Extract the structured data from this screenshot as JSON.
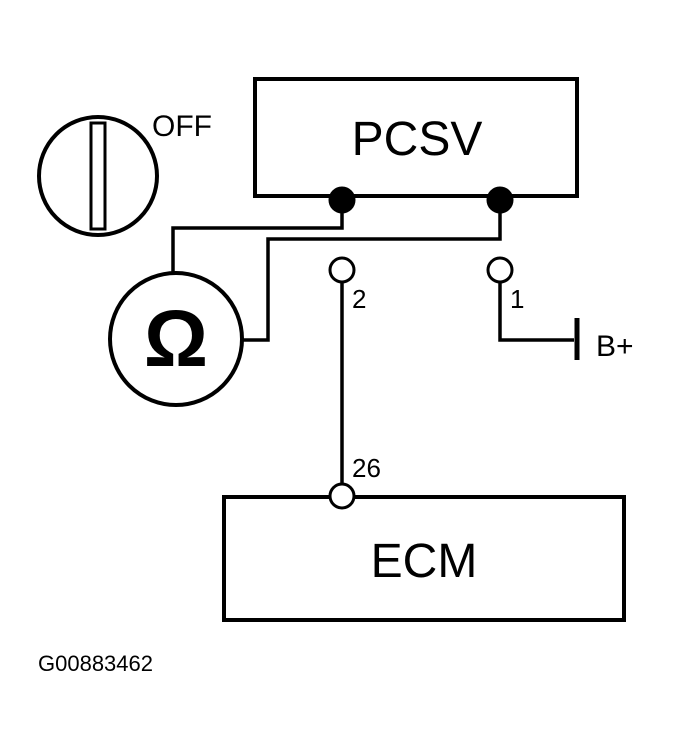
{
  "components": {
    "pcsv_label": "PCSV",
    "ecm_label": "ECM"
  },
  "switch": {
    "state_label": "OFF",
    "icon": "ignition-switch-icon"
  },
  "meter": {
    "symbol": "Ω",
    "icon": "ohmmeter-icon"
  },
  "terminals": {
    "pcsv_pin_2": "2",
    "pcsv_pin_1": "1",
    "ecm_pin_26": "26"
  },
  "supply": {
    "label": "B+"
  },
  "figure_id": "G00883462"
}
